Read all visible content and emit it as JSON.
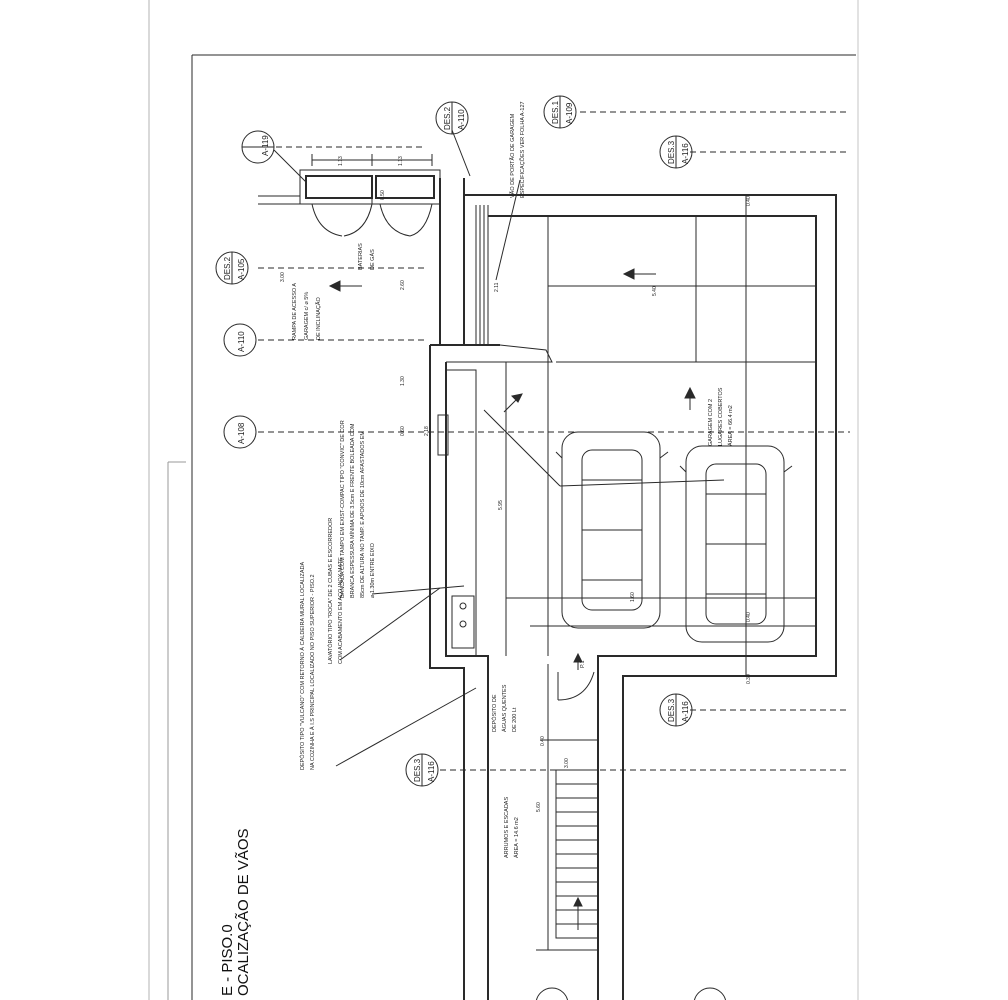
{
  "title": {
    "line1": "E - PISO.0",
    "line2": "OCALIZAÇÃO DE VÃOS"
  },
  "section_markers": [
    {
      "code": "A-119",
      "label": ""
    },
    {
      "code": "A-105",
      "label": "DES.2"
    },
    {
      "code": "A-110",
      "label": ""
    },
    {
      "code": "A-108",
      "label": ""
    },
    {
      "code": "A-110",
      "label": "DES.2"
    },
    {
      "code": "A-109",
      "label": "DES.1"
    },
    {
      "code": "A-116",
      "label": "DES.3"
    },
    {
      "code": "A-116",
      "label": "DES.3"
    },
    {
      "code": "A-116",
      "label": "DES.3"
    }
  ],
  "notes": {
    "ramp": [
      "RAMPA DE ACESSO A",
      "GARAGEM c/ ⌀ 5%",
      "DE INCLINAÇÃO"
    ],
    "gas": [
      "BATERIAS",
      "DE GÁS"
    ],
    "door": [
      "VÃO DE PORTÃO DE GARAGEM",
      "ESPECIFICAÇÕES VER FOLHA A-127"
    ],
    "bench": [
      "BANCADA COM TAMPO EM EXIST-COMPAC TIPO \"CONVIC\" DE COR",
      "BRANCA ESPESSURA MÍNIMA DE 3.5cm E FRENTE BOLEADA COM",
      "85cm DE ALTURA NO TAMP. E APOIOS DE 10cm AFASTADOS EM",
      "⌀ 1.30m ENTRE EIXO"
    ],
    "sink": [
      "LAVATÓRIO TIPO \"ROCA\" DE 2 CUBAS E ESCORREDOR",
      "COM ACABAMENTO EM AÇO INOX MATE"
    ],
    "deposit": [
      "DEPÓSITO TIPO \"VULCANO\" COM RETORNO À CALDEIRA MURAL LOCALIZADA",
      "NA COZINHA E À I.S PRINCIPAL LOCALIZADO NO PISO SUPERIOR - PISO.2"
    ],
    "hot_water": [
      "DEPÓSITO DE",
      "ÁGUAS QUENTES",
      "DE 200 Lt"
    ],
    "garage": [
      "GARAGEM COM 2",
      "LUGARES COBERTOS",
      "ÁREA = 66.4 m2"
    ],
    "storage": [
      "ARRUMOS E ESCADAS",
      "ÁREA = 14.6 m2"
    ],
    "door_tag": "P.1"
  },
  "dimensions": [
    "1.13",
    "1.13",
    "0.50",
    "3.00",
    "2.60",
    "2.11",
    "1.30",
    "0.60",
    "2.18",
    "5.95",
    "5.40",
    "0.40",
    "0.40",
    "0.30",
    "1.60",
    "0.40",
    "3.00",
    "5.60"
  ],
  "colors": {
    "ink": "#2a2a2a",
    "paper": "#ffffff",
    "edge": "#d9d9d9"
  }
}
